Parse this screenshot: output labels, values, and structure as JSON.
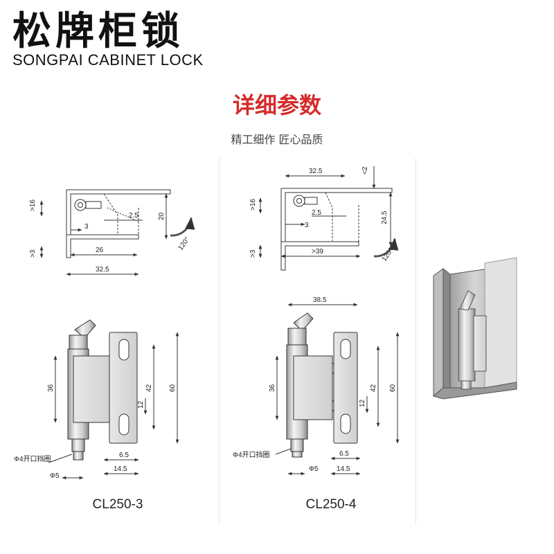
{
  "brand": {
    "name_cn": "松牌柜锁",
    "name_en": "SONGPAI CABINET LOCK"
  },
  "section": {
    "title": "详细参数",
    "subtitle": "精工细作 匠心品质"
  },
  "colors": {
    "title_red": "#d62a2a",
    "text": "#222222",
    "line": "#333333",
    "metal": "#d9d9d9"
  },
  "left_drawing": {
    "model": "CL250-3",
    "side_dims": [
      ">16",
      ">3",
      "3",
      "2.5",
      "20",
      "26",
      "32.5"
    ],
    "rotation": "120°",
    "front_dims": [
      "36",
      "42",
      "60",
      "12",
      "6.5",
      "14.5",
      "Φ5"
    ],
    "callout": "Φ4开口挡圈"
  },
  "right_drawing": {
    "model": "CL250-4",
    "side_dims": [
      "32.5",
      "<2",
      ">16",
      "3",
      "2.5",
      "24.5",
      ">3",
      ">39"
    ],
    "rotation": "120°",
    "front_dims": [
      "38.5",
      "36",
      "42",
      "60",
      "12",
      "6.5",
      "14.5",
      "Φ5"
    ],
    "callout": "Φ4开口挡圈"
  }
}
